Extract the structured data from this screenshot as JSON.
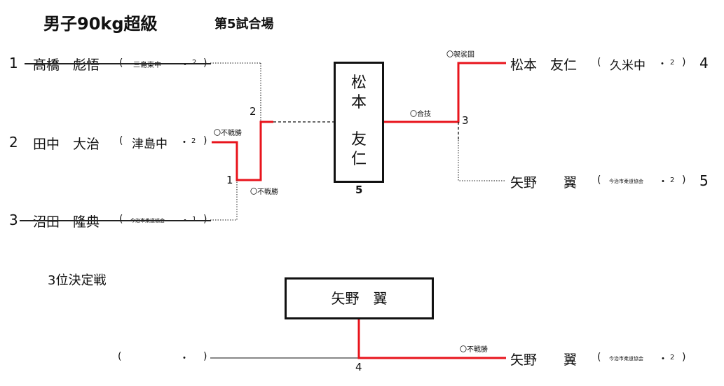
{
  "header": {
    "title": "男子90kg超級",
    "court": "第5試合場"
  },
  "left_bracket": {
    "entries": [
      {
        "seed": "1",
        "name": "髙橋　彪悟",
        "aff_open": "(",
        "school": "三島東中",
        "dot": "・",
        "grade": "2",
        "aff_close": ")",
        "withdrawn": true
      },
      {
        "seed": "2",
        "name": "田中　大治",
        "aff_open": "(",
        "school": "津島中",
        "dot": "・",
        "grade": "2",
        "aff_close": ")",
        "withdrawn": false
      },
      {
        "seed": "3",
        "name": "沼田　隆典",
        "aff_open": "(",
        "school": "今治市柔道協会",
        "dot": "・",
        "grade": "1",
        "aff_close": ")",
        "withdrawn": true
      }
    ],
    "match_numbers": {
      "m1": "1",
      "m2": "2"
    },
    "results": {
      "m1_upper": "〇不戦勝",
      "m1_lower": "〇不戦勝"
    }
  },
  "right_bracket": {
    "entries": [
      {
        "name": "松本　友仁",
        "aff_open": "(",
        "school": "久米中",
        "dot": "・",
        "grade": "2",
        "aff_close": ")",
        "seed": "4"
      },
      {
        "name": "矢野　　翼",
        "aff_open": "(",
        "school": "今治市柔道協会",
        "dot": "・",
        "grade": "2",
        "aff_close": ")",
        "seed": "5"
      }
    ],
    "match_number": "3",
    "result": "〇袈裟固"
  },
  "final": {
    "result": "〇合技",
    "champion_chars": [
      "松",
      "本",
      "友",
      "仁"
    ],
    "match_number": "5"
  },
  "third_place": {
    "heading": "3位決定戦",
    "winner_box": "矢野　翼",
    "left": {
      "aff_open": "(",
      "dot": "・",
      "aff_close": ")"
    },
    "right": {
      "name": "矢野　　翼",
      "aff_open": "(",
      "school": "今治市柔道協会",
      "dot": "・",
      "grade": "2",
      "aff_close": ")"
    },
    "result": "〇不戦勝",
    "match_number": "4"
  },
  "colors": {
    "win_line": "#e8141c",
    "line": "#111111"
  }
}
